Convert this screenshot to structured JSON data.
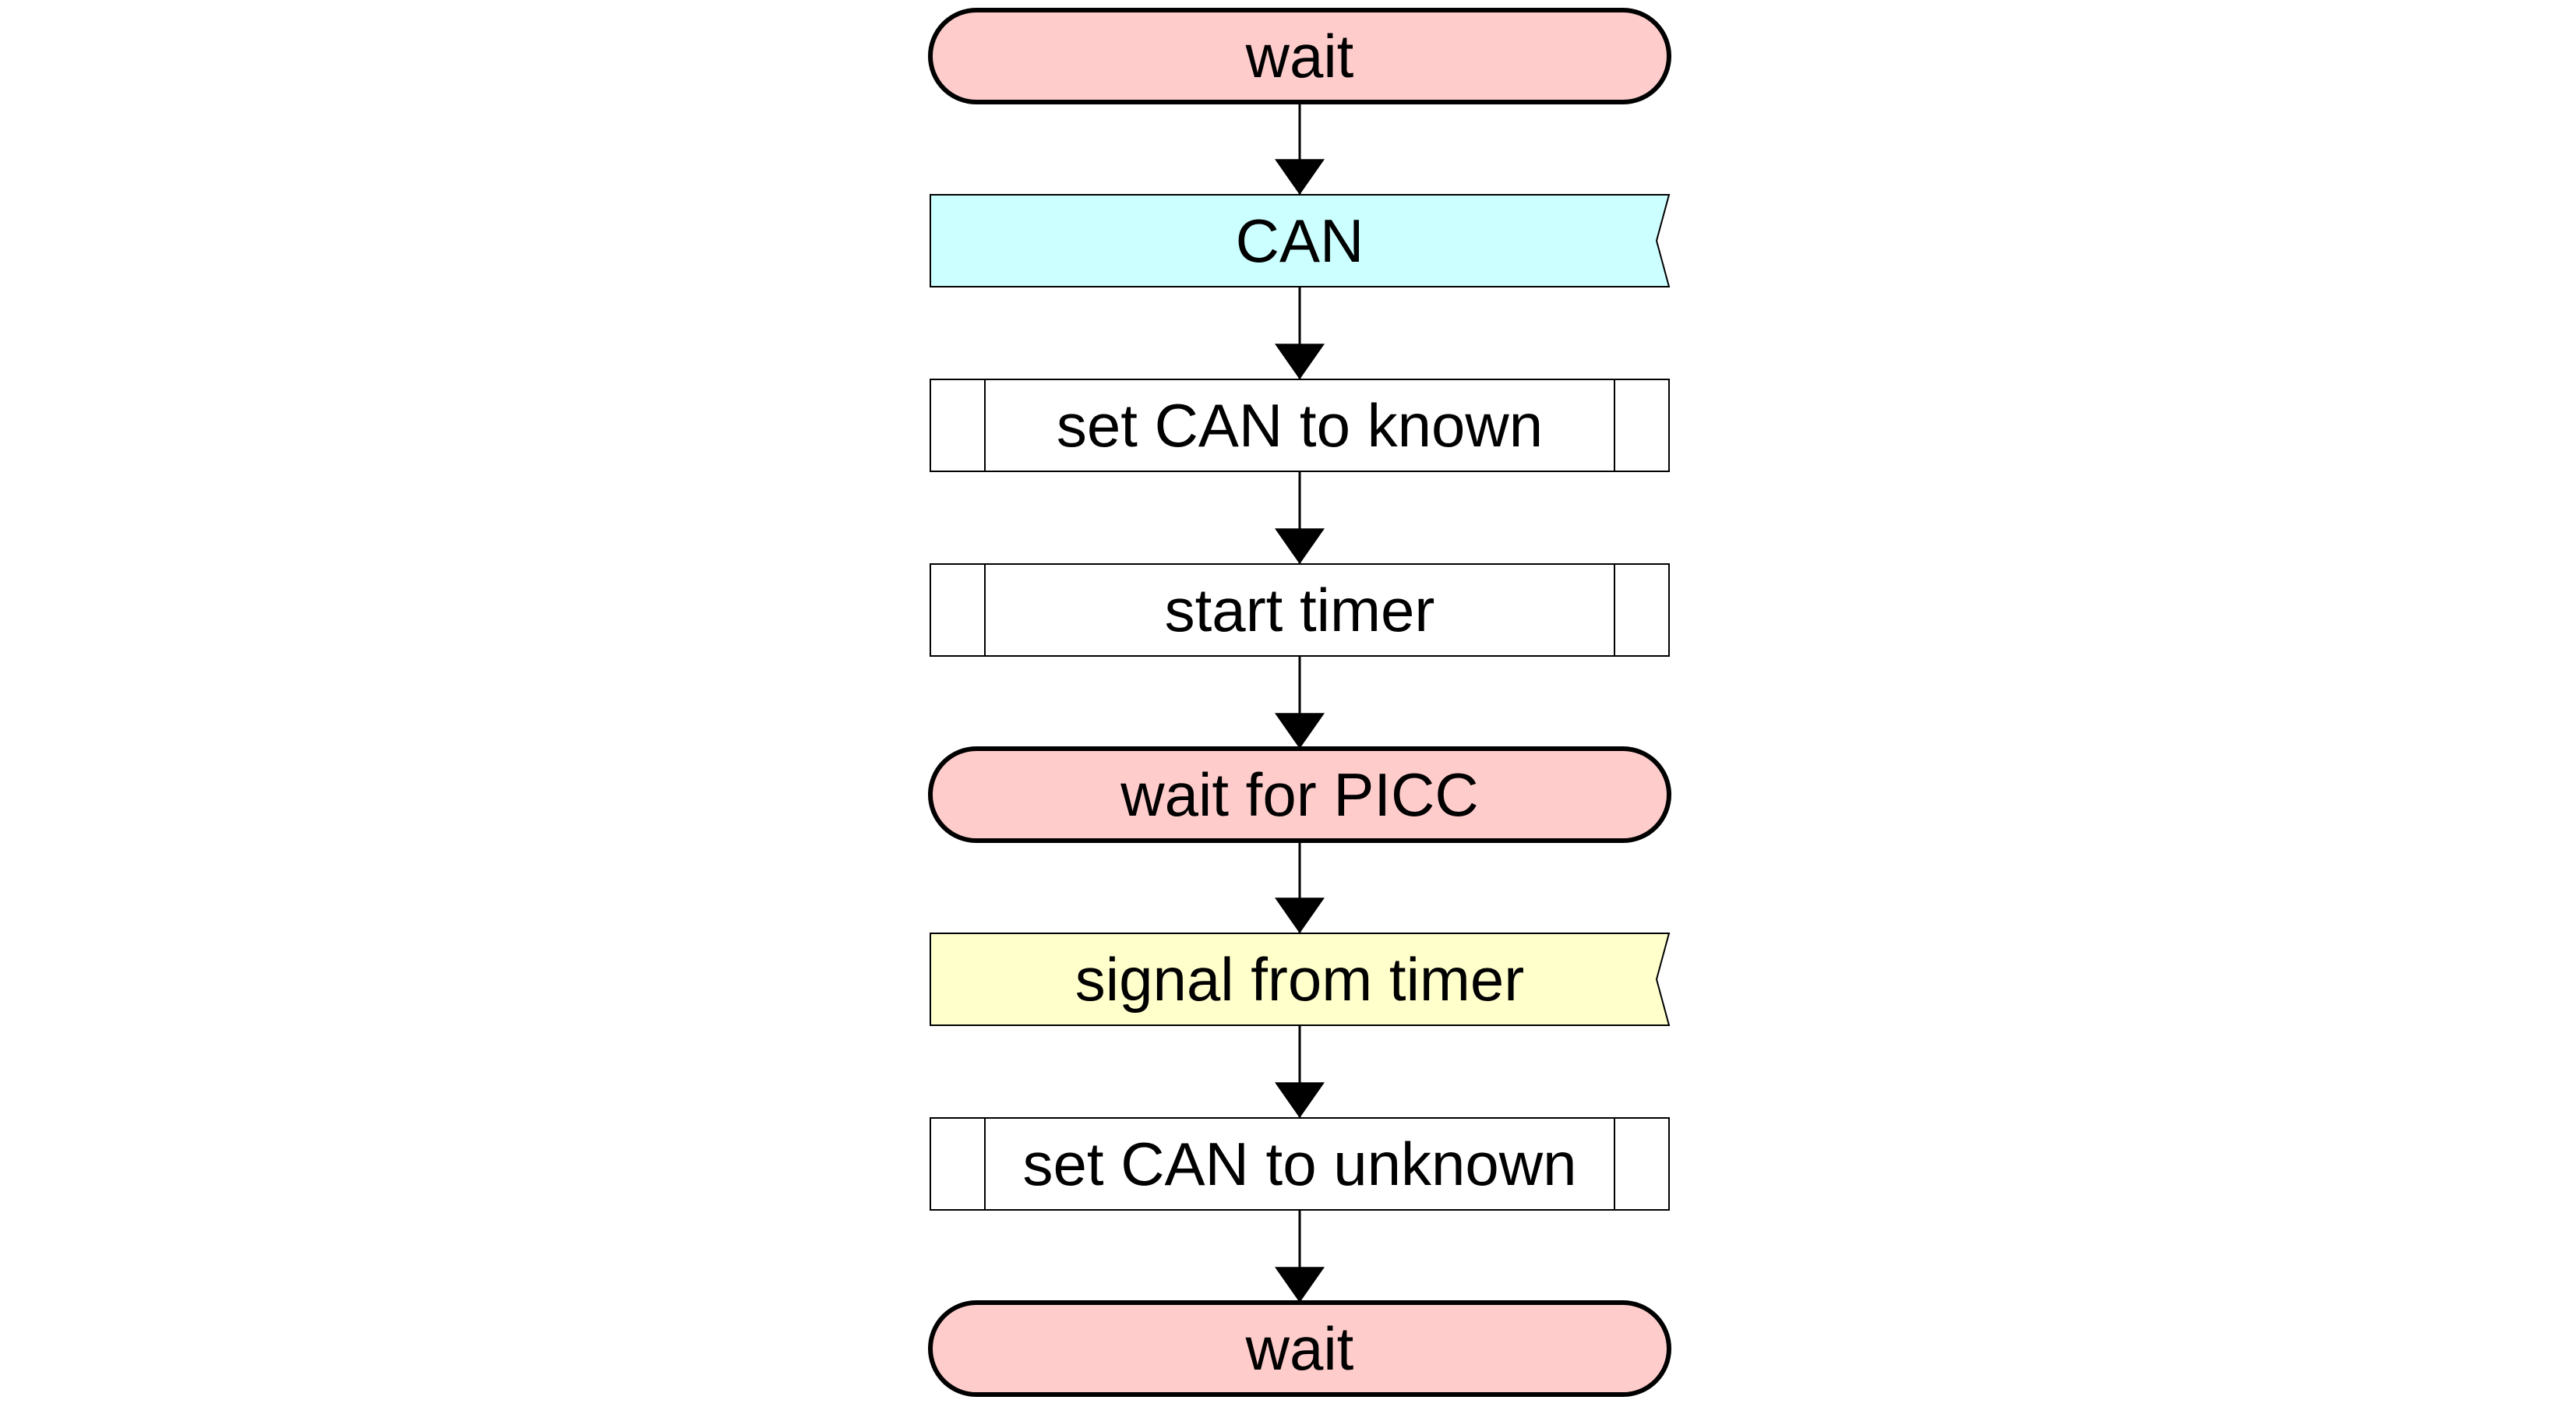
{
  "diagram": {
    "colors": {
      "state_fill": "#ffcccc",
      "input_can_fill": "#ccffff",
      "input_timer_fill": "#ffffcc",
      "task_fill": "#ffffff",
      "stroke": "#000000"
    },
    "nodes": [
      {
        "id": "n1",
        "kind": "state",
        "label": "wait"
      },
      {
        "id": "n2",
        "kind": "input",
        "label": "CAN",
        "fill": "input_can_fill"
      },
      {
        "id": "n3",
        "kind": "task",
        "label": "set CAN to known"
      },
      {
        "id": "n4",
        "kind": "task",
        "label": "start timer"
      },
      {
        "id": "n5",
        "kind": "state",
        "label": "wait for PICC"
      },
      {
        "id": "n6",
        "kind": "input",
        "label": "signal from timer",
        "fill": "input_timer_fill"
      },
      {
        "id": "n7",
        "kind": "task",
        "label": "set CAN to unknown"
      },
      {
        "id": "n8",
        "kind": "state",
        "label": "wait"
      }
    ]
  }
}
